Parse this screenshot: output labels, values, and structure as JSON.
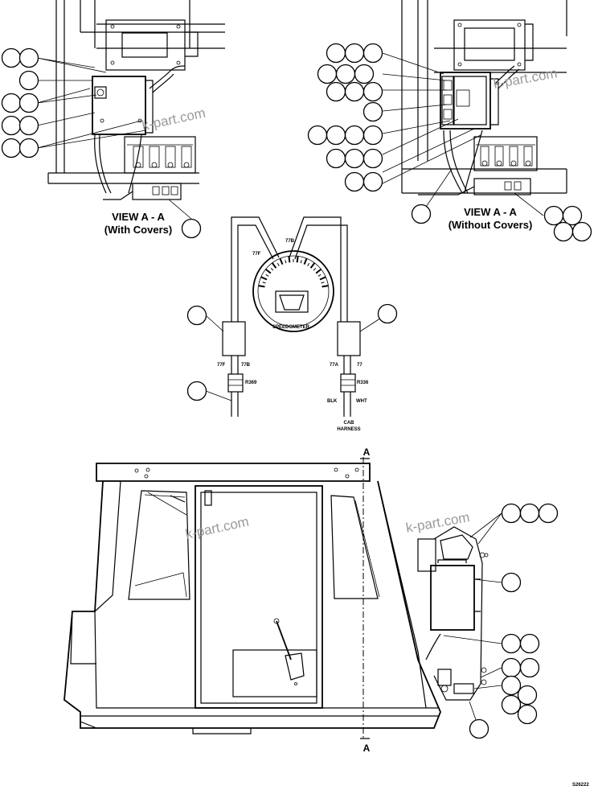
{
  "views": {
    "with_covers": {
      "title": "VIEW A - A",
      "subtitle": "(With Covers)"
    },
    "without_covers": {
      "title": "VIEW A - A",
      "subtitle": "(Without Covers)"
    }
  },
  "speedometer": {
    "label": "SPEEDOMETER",
    "terminals": {
      "f": "77F",
      "b": "77B"
    },
    "left_wires": [
      "77F",
      "77B"
    ],
    "right_wires": [
      "77A",
      "77"
    ],
    "left_connector": "R369",
    "right_connector": "R336",
    "right_colors": [
      "BLK",
      "WHT"
    ],
    "harness": [
      "CAB",
      "HARNESS"
    ]
  },
  "section_marks": {
    "top": "A",
    "bottom": "A"
  },
  "watermark": "k-part.com",
  "figure_code": "S26222"
}
